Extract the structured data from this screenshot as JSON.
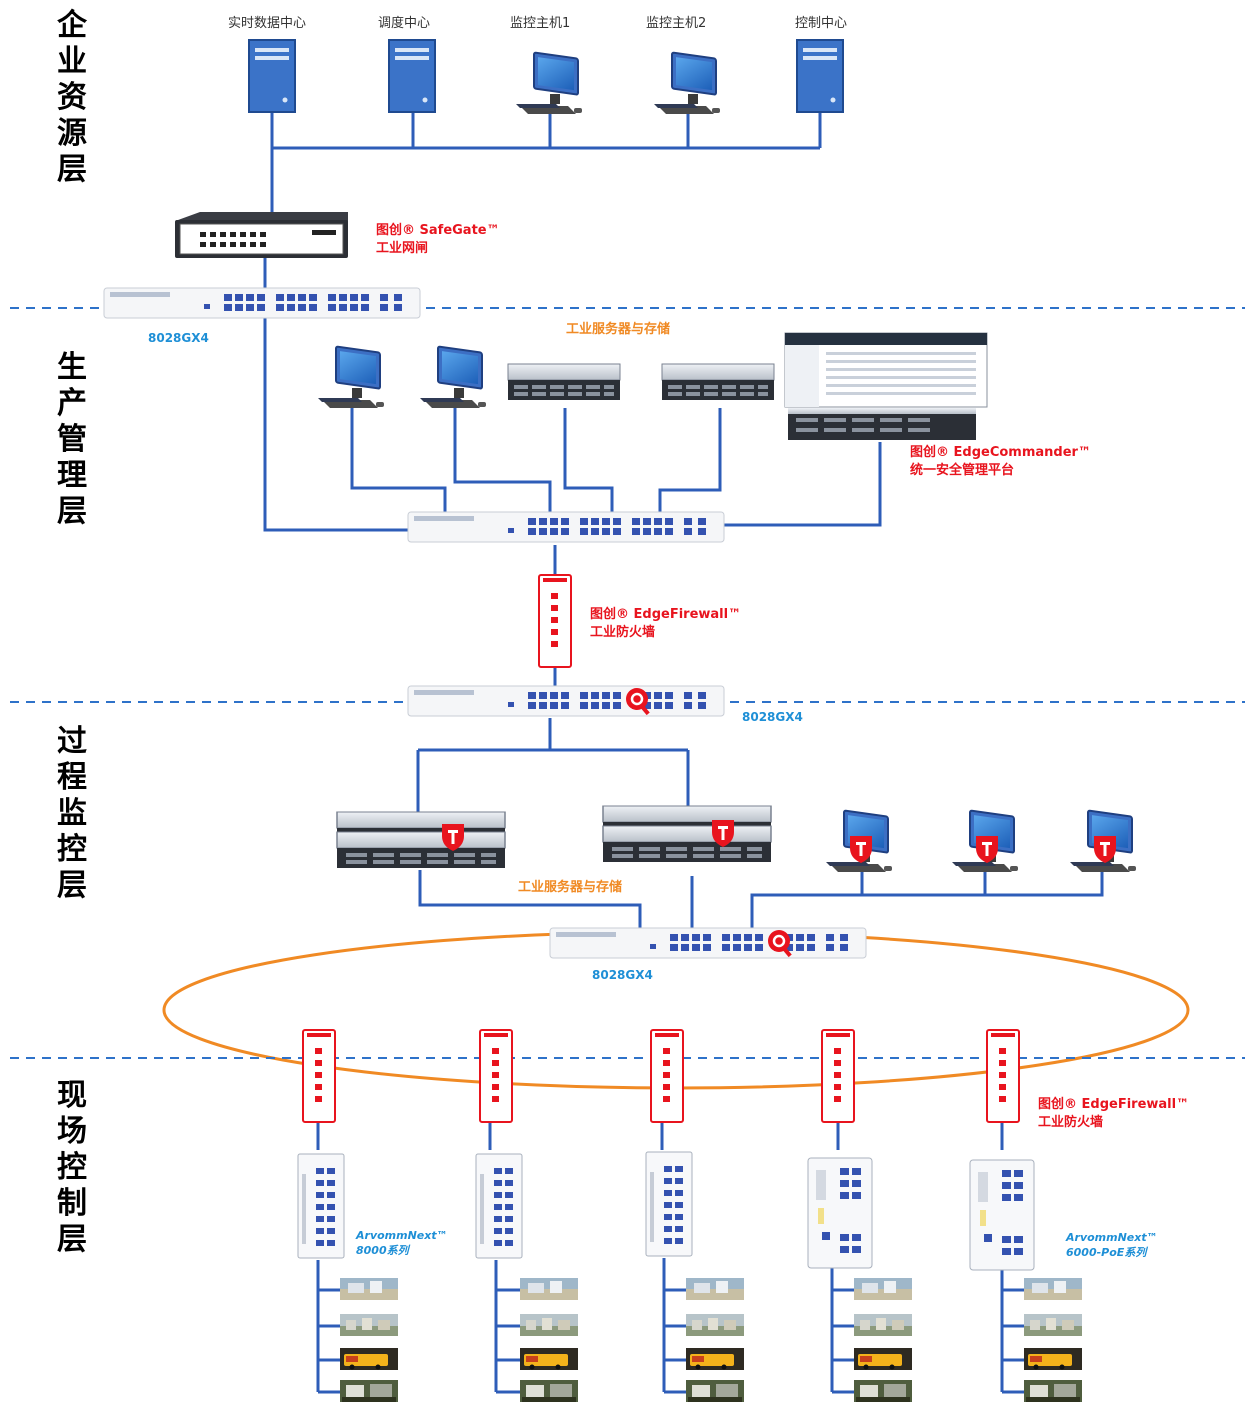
{
  "layers": {
    "enterprise": "企业资源层",
    "production": "生产管理层",
    "process": "过程监控层",
    "field": "现场控制层"
  },
  "top_nodes": [
    "实时数据中心",
    "调度中心",
    "监控主机1",
    "监控主机2",
    "控制中心"
  ],
  "safegate": {
    "line1": "图创® SafeGate™",
    "line2": "工业网闸"
  },
  "switch_label": "8028GX4",
  "storage_label": "工业服务器与存储",
  "edgecommander": {
    "line1": "图创® EdgeCommander™",
    "line2": "统一安全管理平台"
  },
  "edgefirewall": {
    "line1": "图创® EdgeFirewall™",
    "line2": "工业防火墙"
  },
  "arvomm_8000": {
    "line1": "ArvommNext™",
    "line2": "8000系列"
  },
  "arvomm_poe": {
    "line1": "ArvommNext™",
    "line2": "6000-PoE系列"
  },
  "colors": {
    "link": "#2e5db8",
    "ring": "#f08a24",
    "accent": "#e8141e",
    "label_blue": "#1e8fd6"
  }
}
